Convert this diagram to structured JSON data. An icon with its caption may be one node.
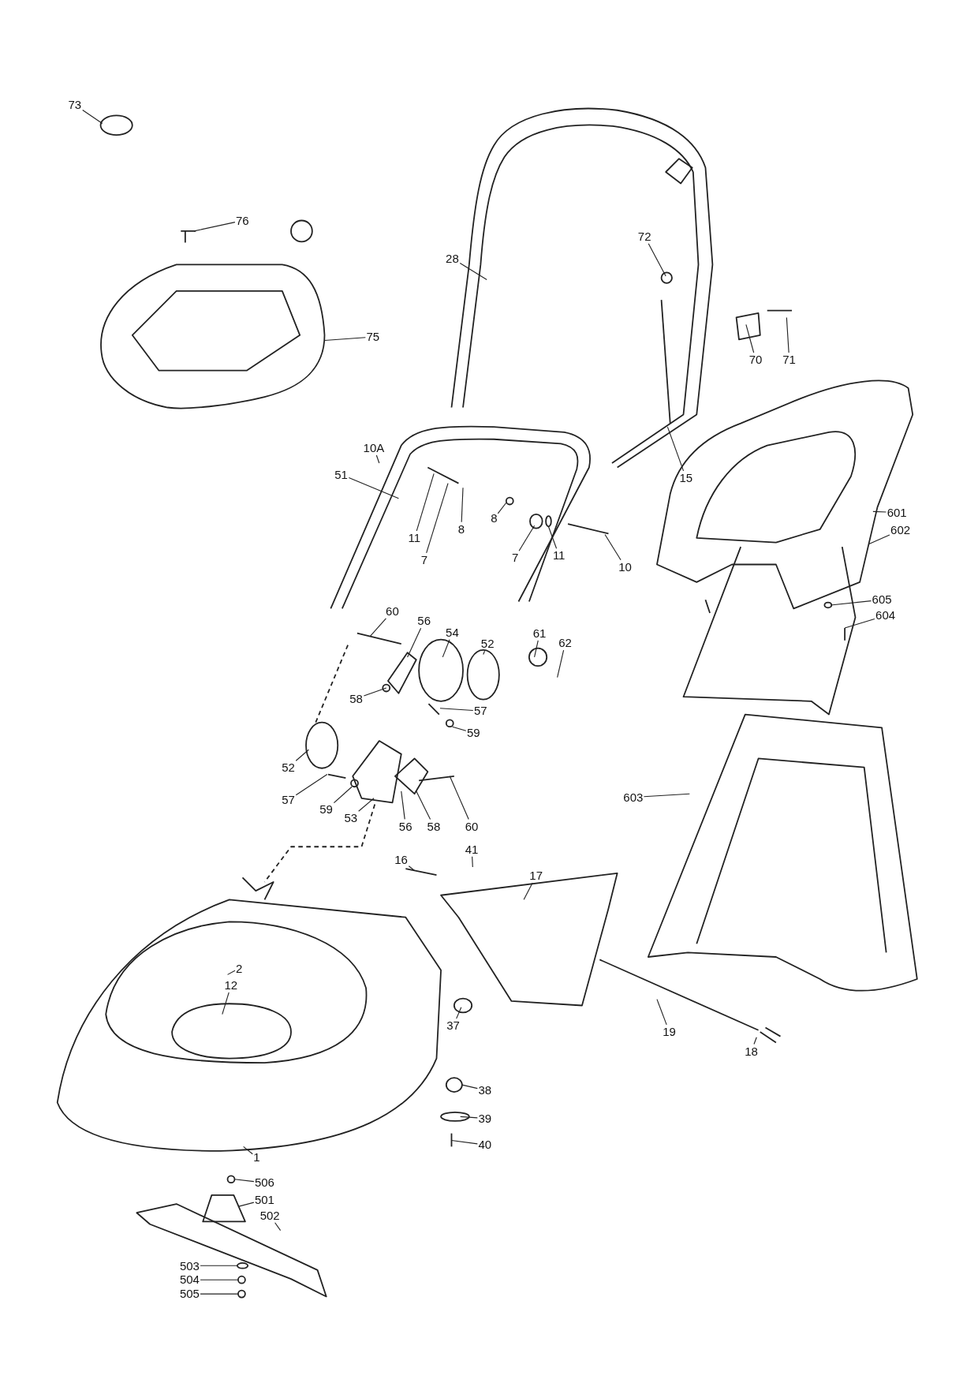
{
  "diagram": {
    "nodes": [
      {
        "text": [
          "73"
        ]
      },
      {
        "text": [
          "76"
        ]
      },
      {
        "text": [
          "72"
        ]
      },
      {
        "text": [
          "28"
        ]
      },
      {
        "text": [
          "75"
        ]
      },
      {
        "text": [
          "70"
        ]
      },
      {
        "text": [
          "71"
        ]
      },
      {
        "text": [
          "10A"
        ]
      },
      {
        "text": [
          "15"
        ]
      },
      {
        "text": [
          "51"
        ]
      },
      {
        "text": [
          "601"
        ]
      },
      {
        "text": [
          "8"
        ]
      },
      {
        "text": [
          "8"
        ]
      },
      {
        "text": [
          "602"
        ]
      },
      {
        "text": [
          "11"
        ]
      },
      {
        "text": [
          "11"
        ]
      },
      {
        "text": [
          "7"
        ]
      },
      {
        "text": [
          "7"
        ]
      },
      {
        "text": [
          "10"
        ]
      },
      {
        "text": [
          "605"
        ]
      },
      {
        "text": [
          "60"
        ]
      },
      {
        "text": [
          "604"
        ]
      },
      {
        "text": [
          "56"
        ]
      },
      {
        "text": [
          "54"
        ]
      },
      {
        "text": [
          "61"
        ]
      },
      {
        "text": [
          "52"
        ]
      },
      {
        "text": [
          "62"
        ]
      },
      {
        "text": [
          "58"
        ]
      },
      {
        "text": [
          "57"
        ]
      },
      {
        "text": [
          "59"
        ]
      },
      {
        "text": [
          "52"
        ]
      },
      {
        "text": [
          "603"
        ]
      },
      {
        "text": [
          "57"
        ]
      },
      {
        "text": [
          "59"
        ]
      },
      {
        "text": [
          "53"
        ]
      },
      {
        "text": [
          "56"
        ]
      },
      {
        "text": [
          "58"
        ]
      },
      {
        "text": [
          "60"
        ]
      },
      {
        "text": [
          "41"
        ]
      },
      {
        "text": [
          "16"
        ]
      },
      {
        "text": [
          "17"
        ]
      },
      {
        "text": [
          "2"
        ]
      },
      {
        "text": [
          "12"
        ]
      },
      {
        "text": [
          "37"
        ]
      },
      {
        "text": [
          "19"
        ]
      },
      {
        "text": [
          "18"
        ]
      },
      {
        "text": [
          "38"
        ]
      },
      {
        "text": [
          "39"
        ]
      },
      {
        "text": [
          "40"
        ]
      },
      {
        "text": [
          "1"
        ]
      },
      {
        "text": [
          "506"
        ]
      },
      {
        "text": [
          "501"
        ]
      },
      {
        "text": [
          "502"
        ]
      },
      {
        "text": [
          "503"
        ]
      },
      {
        "text": [
          "504"
        ]
      },
      {
        "text": [
          "505"
        ]
      }
    ],
    "edges": [
      {
        "from": 0,
        "to": null,
        "arrow": "none"
      },
      {
        "from": 1,
        "to": null,
        "arrow": "none"
      },
      {
        "from": 2,
        "to": null,
        "arrow": "none"
      },
      {
        "from": 3,
        "to": null,
        "arrow": "none"
      },
      {
        "from": 4,
        "to": null,
        "arrow": "none"
      },
      {
        "from": 5,
        "to": null,
        "arrow": "none"
      },
      {
        "from": 6,
        "to": null,
        "arrow": "none"
      },
      {
        "from": 7,
        "to": null,
        "arrow": "none"
      },
      {
        "from": 8,
        "to": null,
        "arrow": "none"
      },
      {
        "from": 9,
        "to": null,
        "arrow": "none"
      },
      {
        "from": 10,
        "to": null,
        "arrow": "none"
      },
      {
        "from": 11,
        "to": null,
        "arrow": "none"
      },
      {
        "from": 12,
        "to": null,
        "arrow": "none"
      },
      {
        "from": 13,
        "to": null,
        "arrow": "none"
      },
      {
        "from": 14,
        "to": null,
        "arrow": "none"
      },
      {
        "from": 15,
        "to": null,
        "arrow": "none"
      },
      {
        "from": 16,
        "to": null,
        "arrow": "none"
      },
      {
        "from": 17,
        "to": null,
        "arrow": "none"
      },
      {
        "from": 18,
        "to": null,
        "arrow": "none"
      },
      {
        "from": 19,
        "to": null,
        "arrow": "none"
      },
      {
        "from": 20,
        "to": null,
        "arrow": "none"
      },
      {
        "from": 21,
        "to": null,
        "arrow": "none"
      },
      {
        "from": 22,
        "to": null,
        "arrow": "none"
      },
      {
        "from": 23,
        "to": null,
        "arrow": "none"
      },
      {
        "from": 24,
        "to": null,
        "arrow": "none"
      },
      {
        "from": 25,
        "to": null,
        "arrow": "none"
      },
      {
        "from": 26,
        "to": null,
        "arrow": "none"
      },
      {
        "from": 27,
        "to": null,
        "arrow": "none"
      },
      {
        "from": 28,
        "to": null,
        "arrow": "none"
      },
      {
        "from": 29,
        "to": null,
        "arrow": "none"
      },
      {
        "from": 30,
        "to": null,
        "arrow": "none"
      },
      {
        "from": 31,
        "to": null,
        "arrow": "none"
      },
      {
        "from": 32,
        "to": null,
        "arrow": "none"
      },
      {
        "from": 33,
        "to": null,
        "arrow": "none"
      },
      {
        "from": 34,
        "to": null,
        "arrow": "none"
      },
      {
        "from": 35,
        "to": null,
        "arrow": "none"
      },
      {
        "from": 36,
        "to": null,
        "arrow": "none"
      },
      {
        "from": 37,
        "to": null,
        "arrow": "none"
      },
      {
        "from": 38,
        "to": null,
        "arrow": "none"
      },
      {
        "from": 39,
        "to": null,
        "arrow": "none"
      },
      {
        "from": 40,
        "to": null,
        "arrow": "none"
      },
      {
        "from": 41,
        "to": null,
        "arrow": "none"
      },
      {
        "from": 42,
        "to": null,
        "arrow": "none"
      },
      {
        "from": 43,
        "to": null,
        "arrow": "none"
      },
      {
        "from": 44,
        "to": null,
        "arrow": "none"
      },
      {
        "from": 45,
        "to": null,
        "arrow": "none"
      },
      {
        "from": 46,
        "to": null,
        "arrow": "none"
      },
      {
        "from": 47,
        "to": null,
        "arrow": "none"
      },
      {
        "from": 48,
        "to": null,
        "arrow": "none"
      },
      {
        "from": 49,
        "to": null,
        "arrow": "none"
      },
      {
        "from": 50,
        "to": null,
        "arrow": "none"
      },
      {
        "from": 51,
        "to": null,
        "arrow": "none"
      },
      {
        "from": 52,
        "to": null,
        "arrow": "none"
      },
      {
        "from": 53,
        "to": null,
        "arrow": "none"
      },
      {
        "from": 54,
        "to": null,
        "arrow": "none"
      },
      {
        "from": 55,
        "to": null,
        "arrow": "none"
      }
    ]
  }
}
